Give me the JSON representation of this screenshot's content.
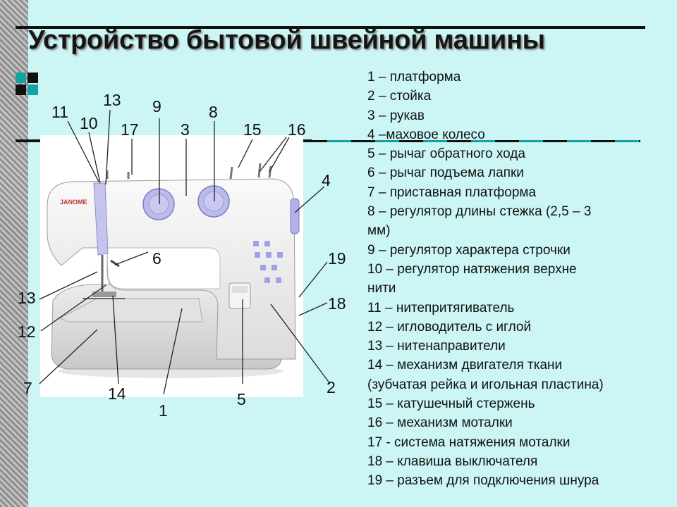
{
  "title": "Устройство бытовой швейной машины",
  "brand": "JANOME",
  "panel_label": "",
  "colors": {
    "background": "#ccf5f5",
    "accent": "#17a2a2",
    "dial": "#b9b9ea"
  },
  "callout_numbers": {
    "n11": "11",
    "n13a": "13",
    "n10": "10",
    "n17": "17",
    "n9": "9",
    "n3": "3",
    "n8": "8",
    "n15": "15",
    "n16": "16",
    "n4": "4",
    "n6": "6",
    "n19": "19",
    "n13b": "13",
    "n18": "18",
    "n12": "12",
    "n2": "2",
    "n7": "7",
    "n14": "14",
    "n5": "5",
    "n1": "1"
  },
  "legend": [
    "1 – платформа",
    "2 – стойка",
    "3 – рукав",
    "4 –маховое колесо",
    "5 – рычаг обратного хода",
    "6 – рычаг подъема лапки",
    "7 – приставная платформа",
    "8 – регулятор длины стежка (2,5 – 3",
    "мм)",
    "9 – регулятор характера строчки",
    "10 – регулятор натяжения верхне",
    "нити",
    "11 – нитепритягиватель",
    "12 – игловодитель с иглой",
    "13 – нитенаправители",
    "14 – механизм двигателя ткани",
    "(зубчатая рейка и игольная пластина)",
    "15 – катушечный стержень",
    "16 – механизм моталки",
    " 17 - система натяжения моталки",
    "18 – клавиша выключателя",
    "19 – разъем для подключения шнура"
  ]
}
